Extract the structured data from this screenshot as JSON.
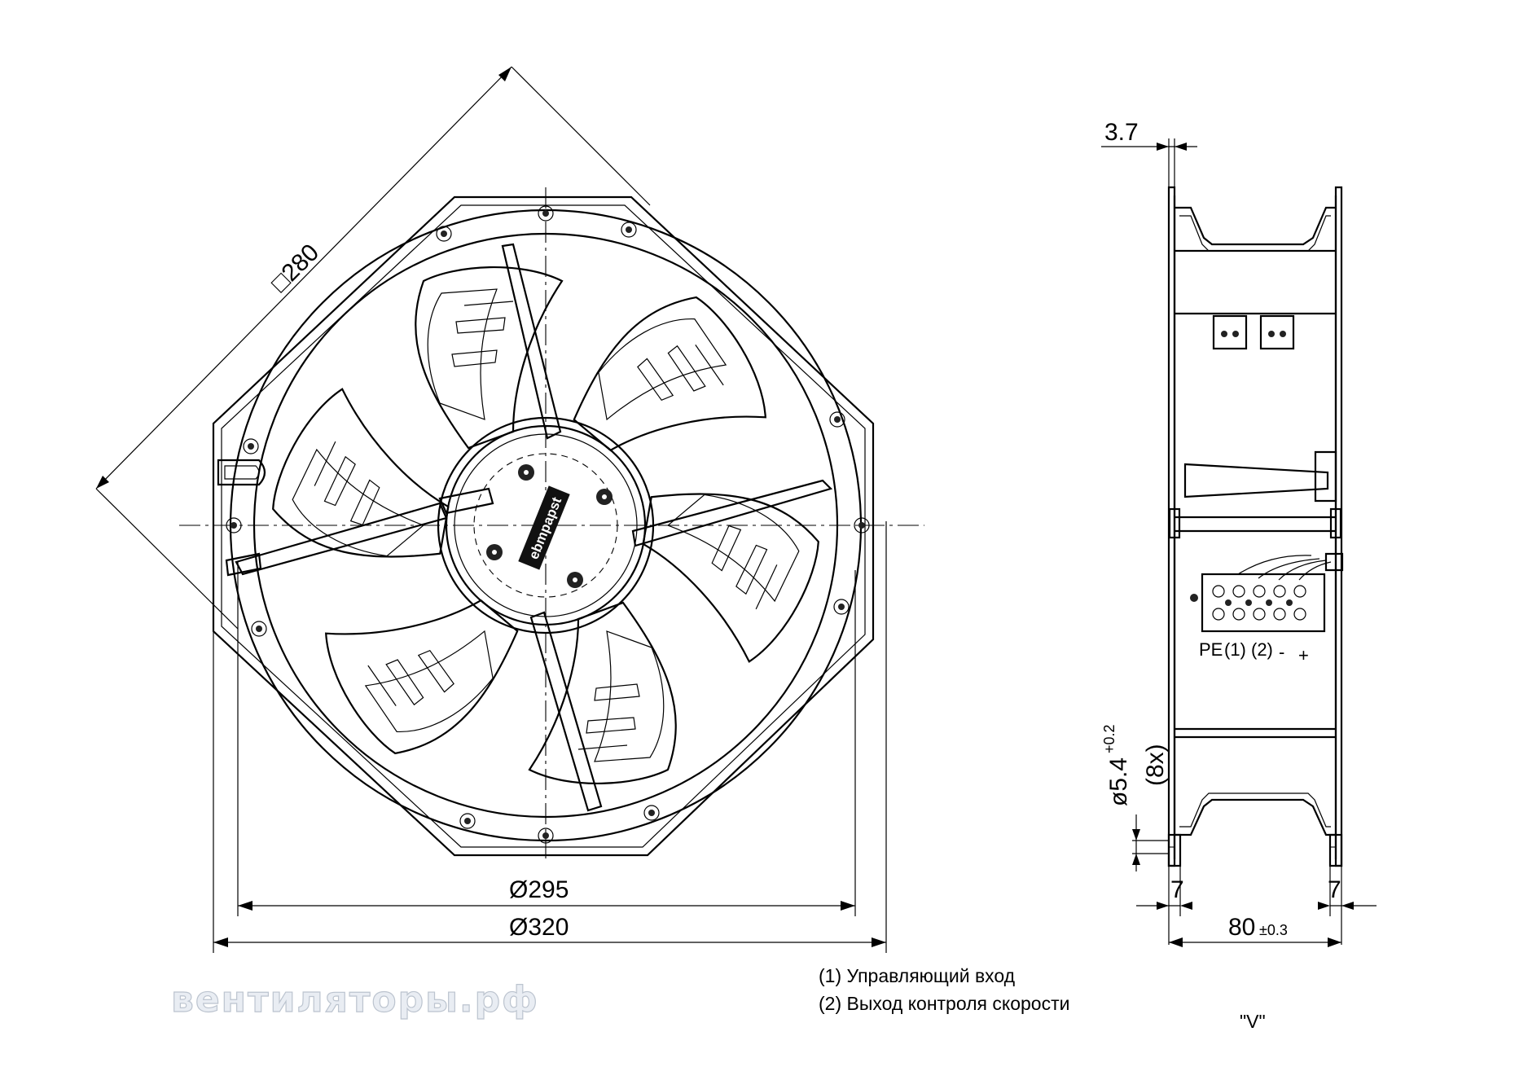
{
  "dimensions": {
    "square": "□280",
    "dia_inner": "Ø295",
    "dia_outer": "Ø320",
    "offset": "3.7",
    "hole_dia": "ø5.4",
    "hole_tol": "+0.2",
    "hole_count": "(8x)",
    "flange_left": "7",
    "flange_right": "7",
    "depth": "80",
    "depth_tol": "±0.3"
  },
  "terminals": {
    "pe": "PE",
    "input1": "(1)",
    "input2": "(2)",
    "minus": "-",
    "plus": "+"
  },
  "legend": {
    "item1": "(1) Управляющий вход",
    "item2": "(2) Выход контроля скорости"
  },
  "view_label": "\"V\"",
  "brand": "ebmpapst",
  "watermark": "вентиляторы.рф"
}
